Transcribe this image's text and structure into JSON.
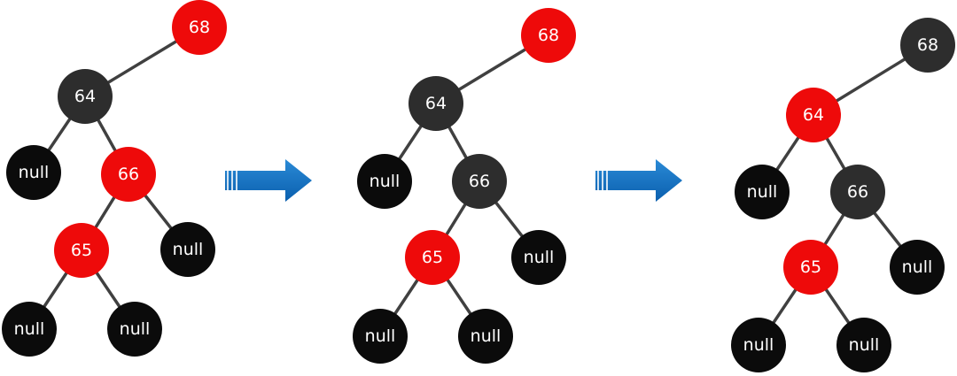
{
  "colors": {
    "red": "#ee0a0a",
    "dark": "#2d2d2d",
    "null_black": "#0b0b0b",
    "edge": "#404040",
    "arrow": "#0a6fc2"
  },
  "trees": [
    {
      "name": "tree-1",
      "nodes": [
        {
          "id": "n68",
          "label": "68",
          "color": "red"
        },
        {
          "id": "n64",
          "label": "64",
          "color": "dark"
        },
        {
          "id": "null-a",
          "label": "null",
          "color": "null_black"
        },
        {
          "id": "n66",
          "label": "66",
          "color": "red"
        },
        {
          "id": "n65",
          "label": "65",
          "color": "red"
        },
        {
          "id": "null-b",
          "label": "null",
          "color": "null_black"
        },
        {
          "id": "null-c",
          "label": "null",
          "color": "null_black"
        },
        {
          "id": "null-d",
          "label": "null",
          "color": "null_black"
        }
      ]
    },
    {
      "name": "tree-2",
      "nodes": [
        {
          "id": "n68",
          "label": "68",
          "color": "red"
        },
        {
          "id": "n64",
          "label": "64",
          "color": "dark"
        },
        {
          "id": "null-a",
          "label": "null",
          "color": "null_black"
        },
        {
          "id": "n66",
          "label": "66",
          "color": "dark"
        },
        {
          "id": "n65",
          "label": "65",
          "color": "red"
        },
        {
          "id": "null-b",
          "label": "null",
          "color": "null_black"
        },
        {
          "id": "null-c",
          "label": "null",
          "color": "null_black"
        },
        {
          "id": "null-d",
          "label": "null",
          "color": "null_black"
        }
      ]
    },
    {
      "name": "tree-3",
      "nodes": [
        {
          "id": "n68",
          "label": "68",
          "color": "dark"
        },
        {
          "id": "n64",
          "label": "64",
          "color": "red"
        },
        {
          "id": "null-a",
          "label": "null",
          "color": "null_black"
        },
        {
          "id": "n66",
          "label": "66",
          "color": "dark"
        },
        {
          "id": "n65",
          "label": "65",
          "color": "red"
        },
        {
          "id": "null-b",
          "label": "null",
          "color": "null_black"
        },
        {
          "id": "null-c",
          "label": "null",
          "color": "null_black"
        },
        {
          "id": "null-d",
          "label": "null",
          "color": "null_black"
        }
      ]
    }
  ],
  "edges": [
    [
      "n68",
      "n64"
    ],
    [
      "n64",
      "null-a"
    ],
    [
      "n64",
      "n66"
    ],
    [
      "n66",
      "n65"
    ],
    [
      "n66",
      "null-b"
    ],
    [
      "n65",
      "null-c"
    ],
    [
      "n65",
      "null-d"
    ]
  ],
  "arrows": [
    {
      "name": "transition-arrow-1"
    },
    {
      "name": "transition-arrow-2"
    }
  ]
}
